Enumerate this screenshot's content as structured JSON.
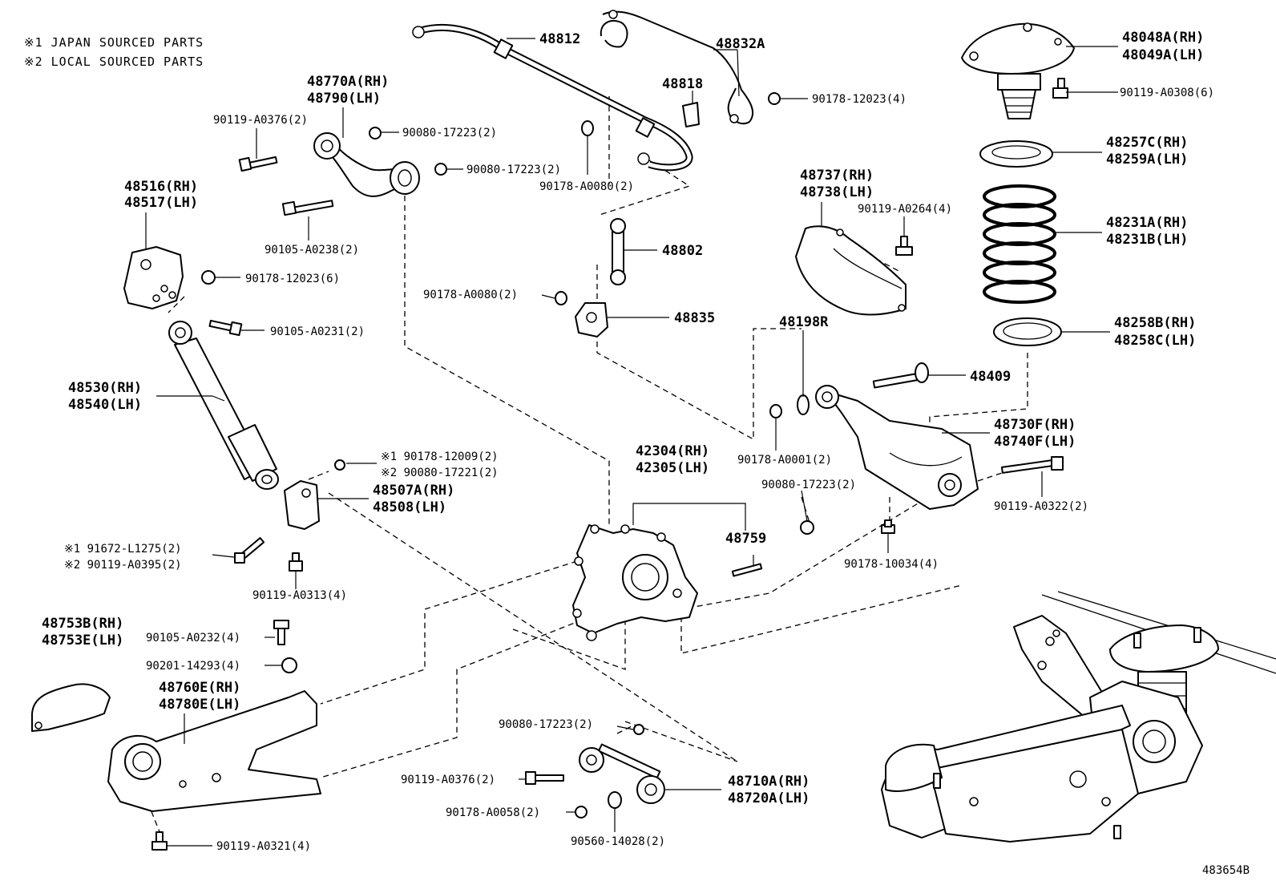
{
  "notes": {
    "note1": "※1 JAPAN SOURCED PARTS",
    "note2": "※2 LOCAL SOURCED PARTS"
  },
  "figure_code": "483654B",
  "parts": {
    "p48812": "48812",
    "p48832a": "48832A",
    "p48818": "48818",
    "p90178_12023_4": "90178-12023(4)",
    "p48048a": "48048A(RH)",
    "p48049a": "48049A(LH)",
    "p90119_a0308": "90119-A0308(6)",
    "p48770a": "48770A(RH)",
    "p48790": "48790(LH)",
    "p90119_a0376_top": "90119-A0376(2)",
    "p90080_17223_a": "90080-17223(2)",
    "p90080_17223_b": "90080-17223(2)",
    "p90178_a0080_top": "90178-A0080(2)",
    "p48257c": "48257C(RH)",
    "p48259a": "48259A(LH)",
    "p48516": "48516(RH)",
    "p48517": "48517(LH)",
    "p90105_a0238": "90105-A0238(2)",
    "p48737": "48737(RH)",
    "p48738": "48738(LH)",
    "p90119_a0264": "90119-A0264(4)",
    "p48231a": "48231A(RH)",
    "p48231b": "48231B(LH)",
    "p48802": "48802",
    "p90178_12023_6": "90178-12023(6)",
    "p90178_a0080_mid": "90178-A0080(2)",
    "p48835": "48835",
    "p90105_a0231": "90105-A0231(2)",
    "p48258b": "48258B(RH)",
    "p48258c": "48258C(LH)",
    "p48198r": "48198R",
    "p48409": "48409",
    "p48530": "48530(RH)",
    "p48540": "48540(LH)",
    "p48730f": "48730F(RH)",
    "p48740f": "48740F(LH)",
    "p90178_a0001": "90178-A0001(2)",
    "p90178_12009": "※1 90178-12009(2)",
    "p90080_17221": "※2 90080-17221(2)",
    "p42304": "42304(RH)",
    "p42305": "42305(LH)",
    "p48507a": "48507A(RH)",
    "p48508": "48508(LH)",
    "p90080_17223_c": "90080-17223(2)",
    "p90119_a0322": "90119-A0322(2)",
    "p48759": "48759",
    "p91672_l1275": "※1 91672-L1275(2)",
    "p90119_a0395": "※2 90119-A0395(2)",
    "p90178_10034": "90178-10034(4)",
    "p90119_a0313": "90119-A0313(4)",
    "p48753b": "48753B(RH)",
    "p48753e": "48753E(LH)",
    "p90105_a0232": "90105-A0232(4)",
    "p90201_14293": "90201-14293(4)",
    "p48760e": "48760E(RH)",
    "p48780e": "48780E(LH)",
    "p90080_17223_d": "90080-17223(2)",
    "p90119_a0376_bot": "90119-A0376(2)",
    "p48710a": "48710A(RH)",
    "p48720a": "48720A(LH)",
    "p90178_a0058": "90178-A0058(2)",
    "p90560_14028": "90560-14028(2)",
    "p90119_a0321": "90119-A0321(4)"
  }
}
